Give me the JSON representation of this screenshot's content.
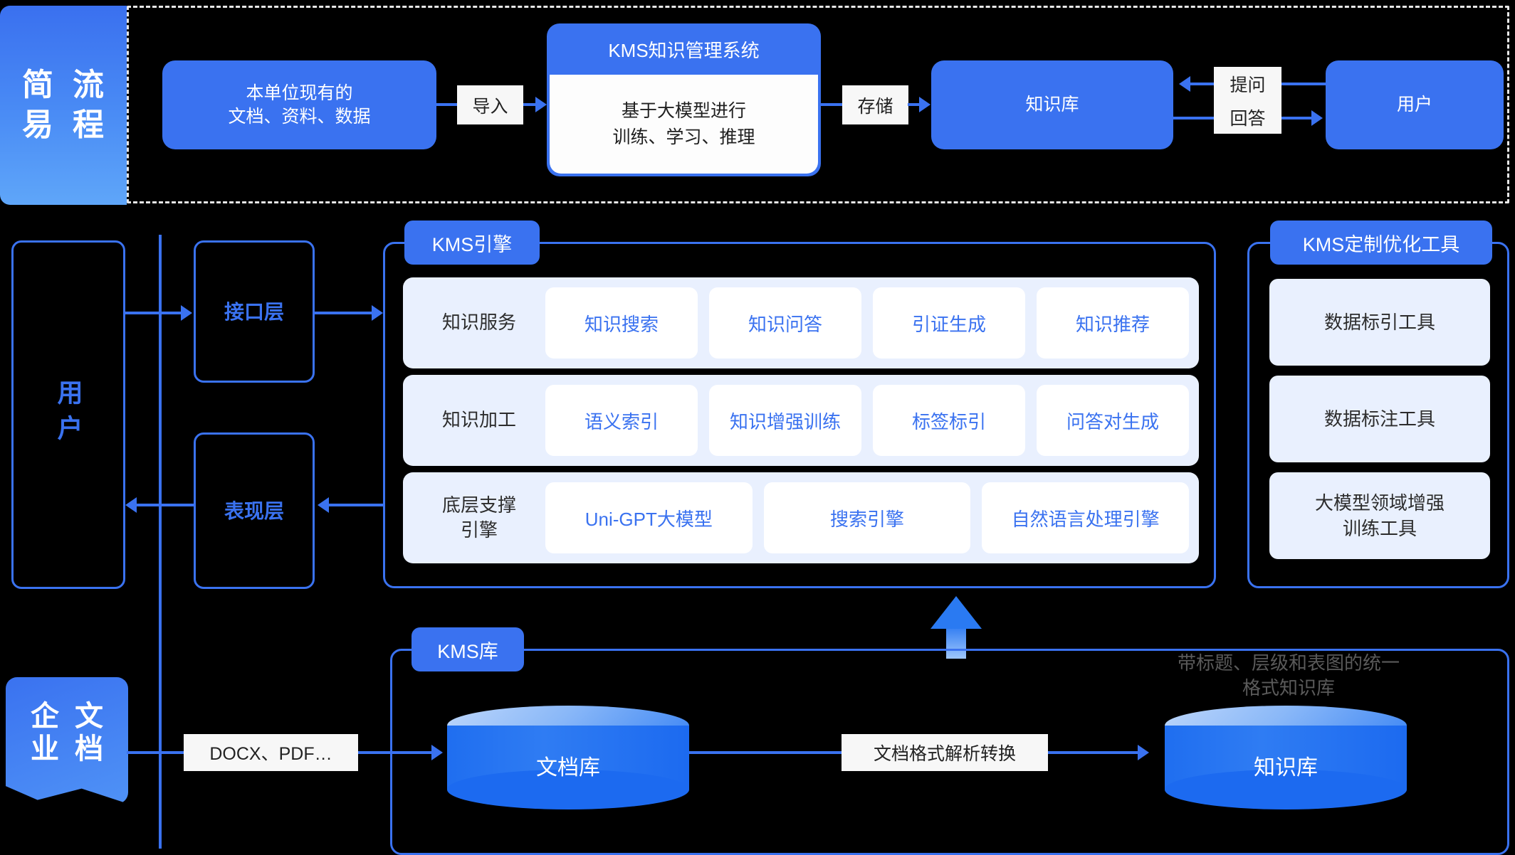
{
  "banner": {
    "chars": [
      "简",
      "流",
      "易",
      "程"
    ],
    "label": "简易流程"
  },
  "top_flow": {
    "source_box": "本单位现有的\n文档、资料、数据",
    "source_line1": "本单位现有的",
    "source_line2": "文档、资料、数据",
    "import_tag": "导入",
    "kms_card_title": "KMS知识管理系统",
    "kms_card_line1": "基于大模型进行",
    "kms_card_line2": "训练、学习、推理",
    "store_tag": "存储",
    "knowledge_base": "知识库",
    "ask_tag": "提问",
    "answer_tag": "回答",
    "user": "用户"
  },
  "architecture": {
    "user_left": "用户",
    "api_layer": "接口层",
    "presentation_layer": "表现层",
    "engine_tag": "KMS引擎",
    "rows": [
      {
        "label": "知识服务",
        "cells": [
          "知识搜索",
          "知识问答",
          "引证生成",
          "知识推荐"
        ]
      },
      {
        "label": "知识加工",
        "cells": [
          "语义索引",
          "知识增强训练",
          "标签标引",
          "问答对生成"
        ]
      },
      {
        "label": "底层支撑\n引擎",
        "label_line1": "底层支撑",
        "label_line2": "引擎",
        "cells": [
          "Uni-GPT大模型",
          "搜索引擎",
          "自然语言处理引擎"
        ]
      }
    ],
    "tools_tag": "KMS定制优化工具",
    "tools": [
      "数据标引工具",
      "数据标注工具",
      "大模型领域增强训练工具"
    ],
    "tools_last_line1": "大模型领域增强",
    "tools_last_line2": "训练工具"
  },
  "bottom": {
    "enterprise_doc_chars": [
      "企",
      "文",
      "业",
      "档"
    ],
    "enterprise_doc_label": "企业文档",
    "kms_lib_tag": "KMS库",
    "docx_tag": "DOCX、PDF…",
    "document_store": "文档库",
    "parse_tag": "文档格式解析转换",
    "knowledge_store": "知识库",
    "faint_note_line1": "带标题、层级和表图的统一",
    "faint_note_line2": "格式知识库"
  },
  "colors": {
    "primary_blue": "#3a72f0",
    "light_panel": "#e9f0fe",
    "tag_white": "#f7f7f7",
    "background": "#000000",
    "faint_text": "#6a6a6a"
  }
}
